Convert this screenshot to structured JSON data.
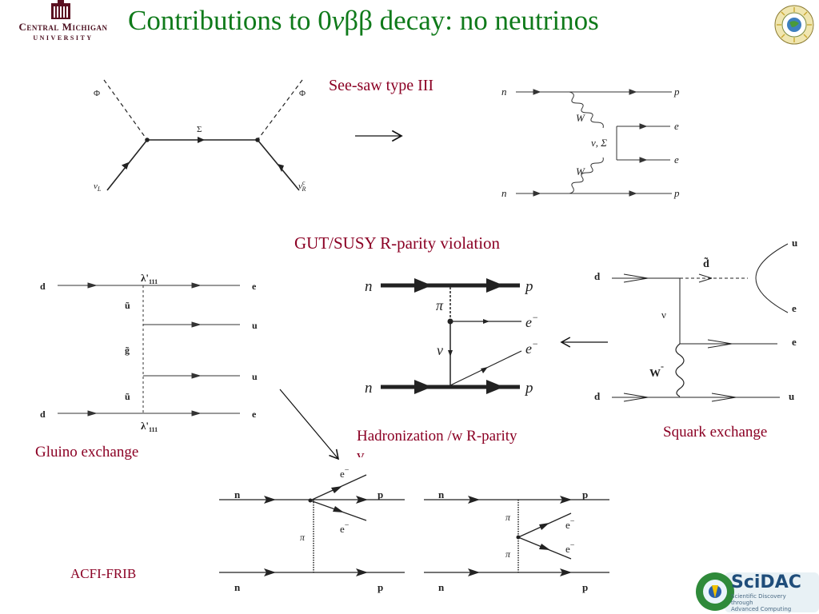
{
  "header": {
    "title_prefix": "Contributions to 0",
    "title_nu": "ν",
    "title_suffix": "ββ decay: no neutrinos",
    "cmu_name": "Central Michigan",
    "cmu_sub": "UNIVERSITY"
  },
  "labels": {
    "seesaw": "See-saw type III",
    "gut": "GUT/SUSY R-parity violation",
    "gluino": "Gluino exchange",
    "squark": "Squark exchange",
    "hadron": "Hadronization /w R-parity",
    "hadron_cut": "v",
    "acfi": "ACFI-FRIB"
  },
  "logos": {
    "scidac_title": "SciDAC",
    "scidac_line1": "Scientific Discovery",
    "scidac_line2": "through",
    "scidac_line3": "Advanced Computing"
  },
  "diagram_seesaw": {
    "phi_left": "Φ",
    "phi_right": "Φ",
    "sigma": "Σ",
    "nu_l": "ν",
    "nu_l_sub": "L",
    "nu_r": "ν",
    "nu_r_sup": "c",
    "nu_r_sub": "R"
  },
  "diagram_w": {
    "n_top": "n",
    "p_top": "p",
    "w_top": "W",
    "mid": "ν, Σ",
    "e_top": "e",
    "e_bot": "e",
    "w_bot": "W",
    "n_bot": "n",
    "p_bot": "p"
  },
  "diagram_gluino": {
    "d_top": "d",
    "lambda_top": "λ'",
    "lambda_top_sub": "111",
    "e_top": "e",
    "u_tilde_top": "ũ",
    "u_mid": "u",
    "g_tilde": "g̃",
    "u_low": "u",
    "u_tilde_bot": "ũ",
    "d_bot": "d",
    "lambda_bot": "λ'",
    "lambda_bot_sub": "111",
    "e_bot": "e"
  },
  "diagram_hadron": {
    "n_top": "n",
    "p_top": "p",
    "pi": "π",
    "e_minus1": "e",
    "e_minus1_sup": "−",
    "nu": "ν",
    "e_minus2": "e",
    "e_minus2_sup": "−",
    "n_bot": "n",
    "p_bot": "p"
  },
  "diagram_squark": {
    "u_top": "u",
    "d_tilde": "d̃",
    "d_top": "d",
    "e_top": "e",
    "nu": "ν",
    "e_mid": "e",
    "w_minus": "W",
    "w_sup": "-",
    "d_bot": "d",
    "u_bot": "u"
  },
  "diagram_pion1": {
    "n_top": "n",
    "p_top": "p",
    "e_a": "e",
    "e_a_sup": "−",
    "e_b": "e",
    "e_b_sup": "−",
    "pi": "π",
    "n_bot": "n",
    "p_bot": "p"
  },
  "diagram_pion2": {
    "n_top": "n",
    "p_top": "p",
    "pi_top": "π",
    "e_a": "e",
    "e_a_sup": "−",
    "e_b": "e",
    "e_b_sup": "−",
    "pi_bot": "π",
    "n_bot": "n",
    "p_bot": "p"
  }
}
